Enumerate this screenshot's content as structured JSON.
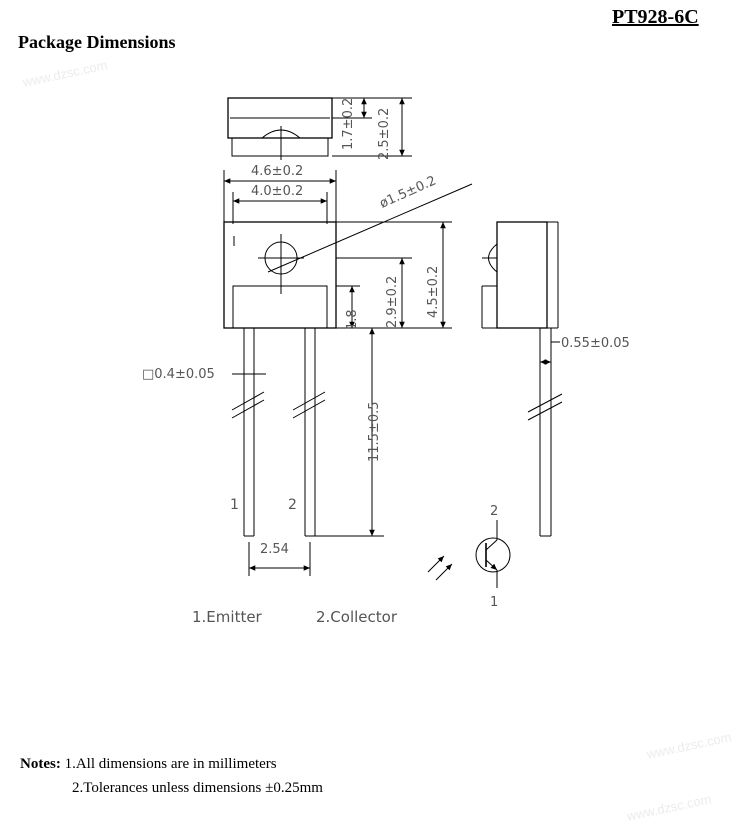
{
  "header": {
    "part_number": "PT928-6C",
    "title": "Package Dimensions"
  },
  "drawing": {
    "dims": {
      "height_top": "1.7±0.2",
      "height_total": "2.5±0.2",
      "width_outer": "4.6±0.2",
      "width_inner": "4.0±0.2",
      "lens_diameter": "ø1.5±0.2",
      "body_height": "4.5±0.2",
      "lens_center_height": "2.9±0.2",
      "base_height": "1.8",
      "lead_square": "□0.4±0.05",
      "lead_thickness": "0.55±0.05",
      "lead_length": "11.5±0.5",
      "lead_pitch": "2.54"
    },
    "pins": {
      "pin1": "1",
      "pin2": "2",
      "sym_pin2": "2",
      "sym_pin1": "1"
    },
    "legend": {
      "emitter": "1.Emitter",
      "collector": "2.Collector"
    }
  },
  "notes": {
    "label": "Notes:",
    "note1": "1.All dimensions are in millimeters",
    "note2": "2.Tolerances unless dimensions  ±0.25mm"
  },
  "watermark": "www.dzsc.com"
}
